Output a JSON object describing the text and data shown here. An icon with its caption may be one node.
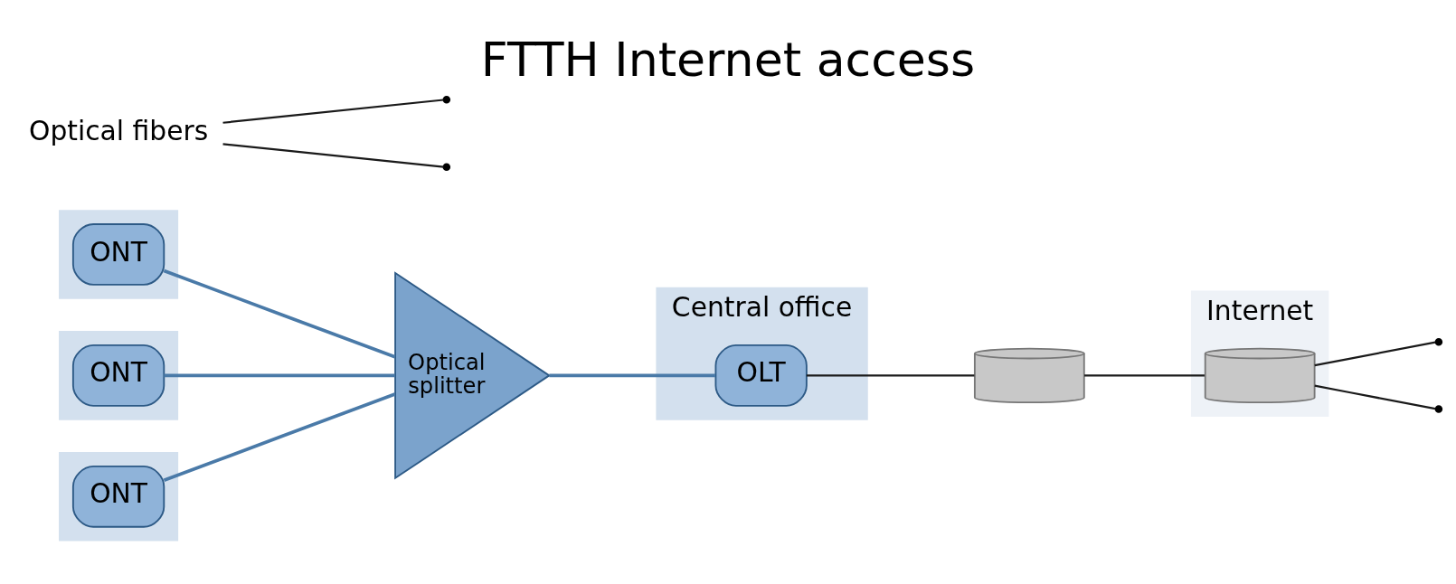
{
  "diagram": {
    "title": "FTTH Internet access",
    "nodes": [
      {
        "text": [
          "Internet"
        ]
      },
      {
        "text": [],
        "shape": "cylinder",
        "in": 0
      },
      {
        "text": [
          "Central office"
        ]
      },
      {
        "text": [],
        "shape": "cylinder"
      },
      {
        "text": [
          "OLT"
        ],
        "in": 2
      },
      {
        "text": [
          "Optical splitter"
        ]
      },
      {
        "text": [],
        "shape": "house"
      },
      {
        "text": [
          "ONT"
        ],
        "in": 6
      },
      {
        "text": [],
        "shape": "house"
      },
      {
        "text": [
          "ONT"
        ],
        "in": 8
      },
      {
        "text": [],
        "shape": "house"
      },
      {
        "text": [
          "ONT"
        ],
        "in": 10
      },
      {
        "text": [
          "Optical fibers"
        ]
      }
    ],
    "edges": [
      {
        "from": 1,
        "to": null,
        "arrow": "none"
      },
      {
        "from": 1,
        "to": null,
        "arrow": "none"
      },
      {
        "from": 3,
        "to": 1,
        "arrow": "none"
      },
      {
        "from": 4,
        "to": 3,
        "arrow": "none"
      },
      {
        "from": 7,
        "to": 5,
        "arrow": "none",
        "color": "#4a7aa8"
      },
      {
        "from": 9,
        "to": 5,
        "arrow": "none",
        "color": "#4a7aa8"
      },
      {
        "from": 11,
        "to": 5,
        "arrow": "none",
        "color": "#4a7aa8"
      },
      {
        "from": 5,
        "to": 4,
        "arrow": "none",
        "color": "#4a7aa8"
      },
      {
        "from": 12,
        "to": null,
        "arrow": "none"
      },
      {
        "from": 12,
        "to": null,
        "arrow": "none"
      }
    ]
  }
}
